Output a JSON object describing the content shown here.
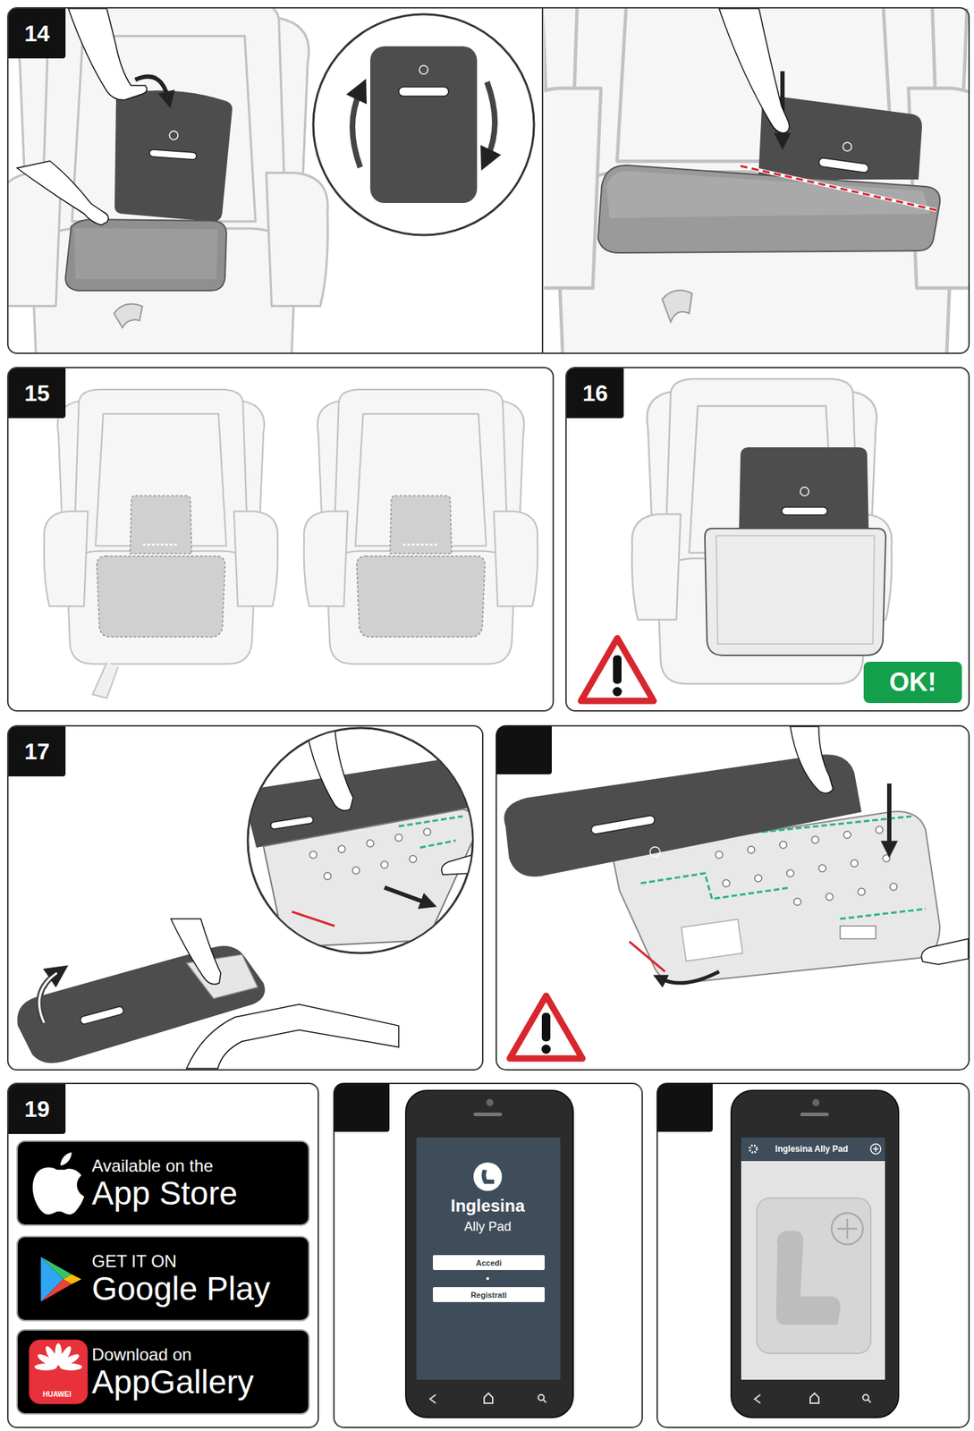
{
  "diagram": {
    "nodes": [
      {
        "text": [
          "14"
        ]
      },
      {
        "text": [
          "15"
        ]
      },
      {
        "text": [
          "16"
        ]
      },
      {
        "text": [
          "OK!"
        ],
        "in": 2
      },
      {
        "text": [
          "17"
        ]
      },
      {
        "text": [
          "19"
        ]
      },
      {
        "text": [
          "Available on the",
          "App Store"
        ],
        "in": 5
      },
      {
        "text": [
          "GET IT ON",
          "Google Play"
        ],
        "in": 5
      },
      {
        "text": [
          "Download on",
          "AppGallery"
        ],
        "in": 5
      },
      {
        "text": [
          "Accedi"
        ]
      },
      {
        "text": [
          "Registrati"
        ]
      }
    ],
    "labels": [
      "HUAWEI",
      "Inglesina",
      "Ally Pad",
      "Inglesina Ally Pad"
    ]
  }
}
